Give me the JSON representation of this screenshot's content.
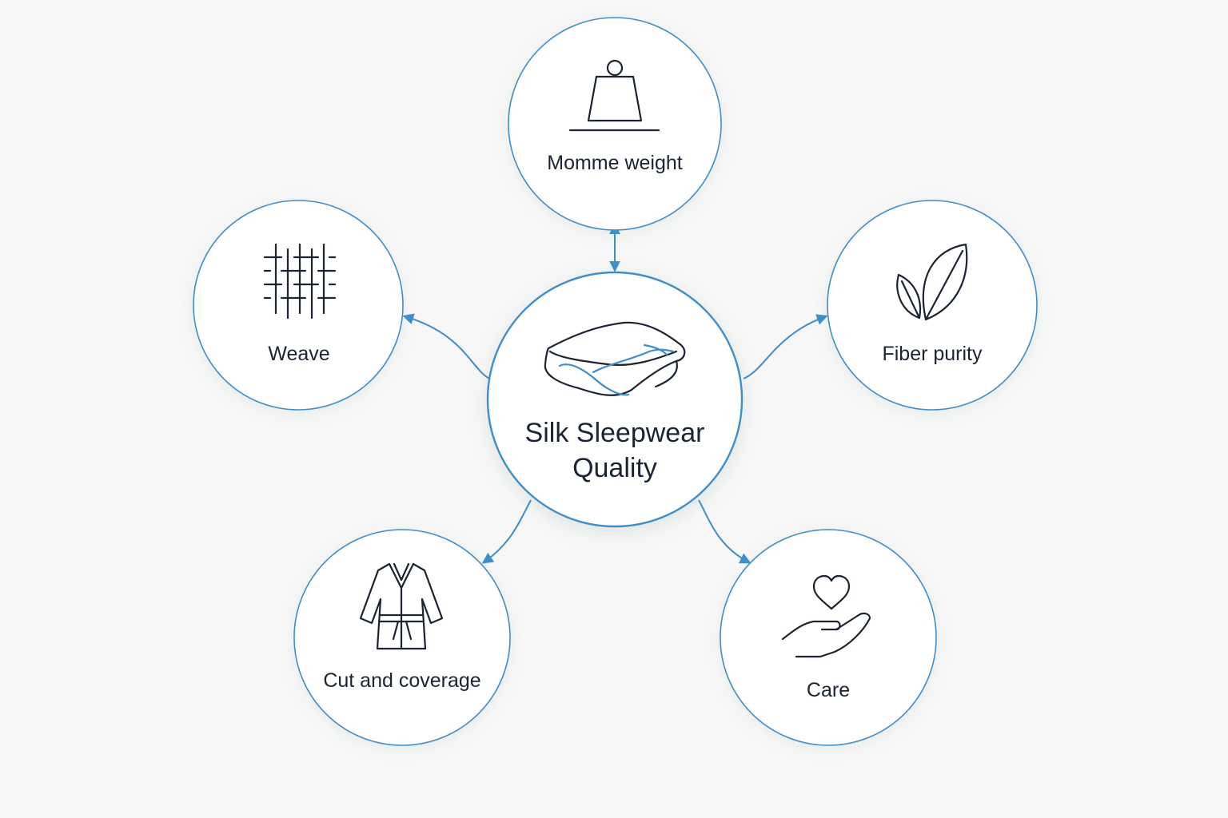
{
  "colors": {
    "background": "#f6f7f6",
    "circle_stroke": "#3d8ec9",
    "circle_fill": "#ffffff",
    "icon_stroke": "#1b2433",
    "accent": "#3d8ec9",
    "text": "#1b2433"
  },
  "center": {
    "title_line1": "Silk Sleepwear",
    "title_line2": "Quality",
    "icon": "folded-fabric-icon"
  },
  "nodes": {
    "momme": {
      "label": "Momme weight",
      "icon": "weight-icon"
    },
    "weave": {
      "label": "Weave",
      "icon": "weave-pattern-icon"
    },
    "fiber": {
      "label": "Fiber purity",
      "icon": "leaf-icon"
    },
    "cut": {
      "label": "Cut and coverage",
      "icon": "robe-icon"
    },
    "care": {
      "label": "Care",
      "icon": "heart-hand-icon"
    }
  }
}
